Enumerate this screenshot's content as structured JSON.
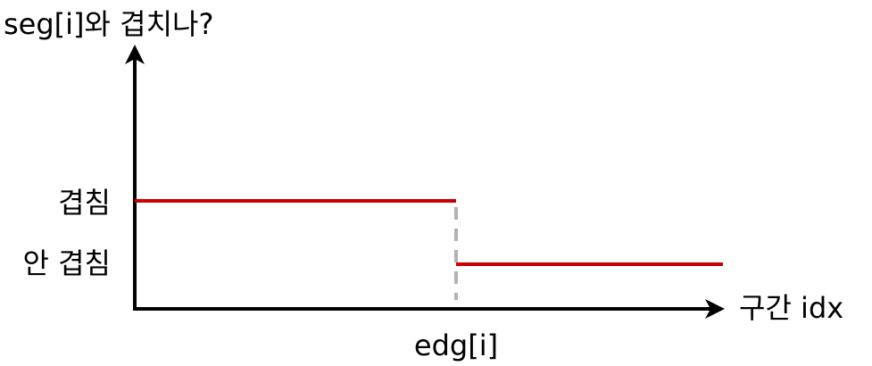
{
  "diagram": {
    "y_axis_label": "seg[i]와 겹치나?",
    "x_axis_label": "구간 idx",
    "level_high_label": "겹침",
    "level_low_label": "안 겹침",
    "threshold_label": "edg[i]"
  },
  "colors": {
    "step_line": "#cc0000",
    "axis": "#000000",
    "dashed_divider": "#b3b3b3"
  }
}
